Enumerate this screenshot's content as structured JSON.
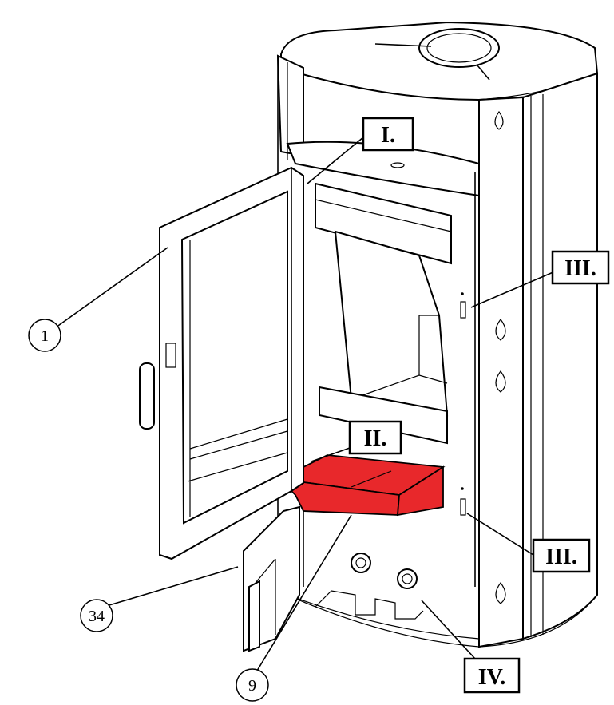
{
  "labels": {
    "I": "I.",
    "II": "II.",
    "III_upper": "III.",
    "III_lower": "III.",
    "IV": "IV."
  },
  "parts": {
    "door": "1",
    "ash_door": "34",
    "ash_pan": "9"
  },
  "colors": {
    "highlight": "#e8282b",
    "line": "#000000",
    "background": "#ffffff"
  }
}
